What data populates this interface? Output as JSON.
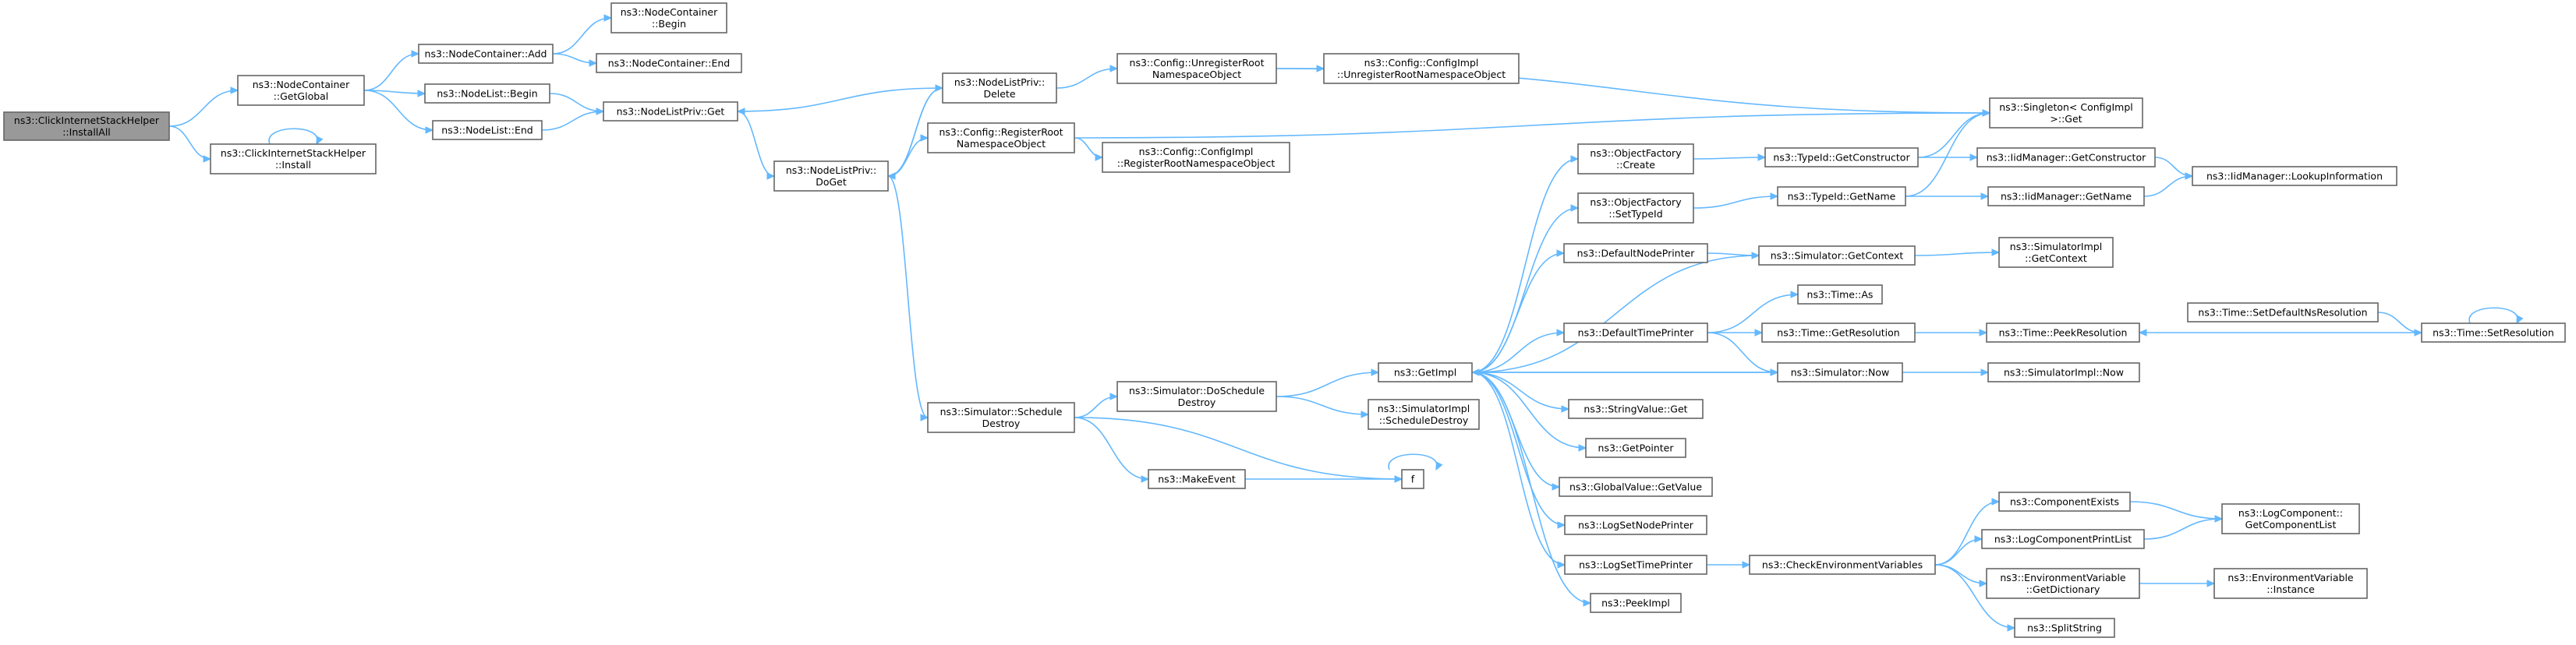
{
  "colors": {
    "edge": "#63b8ff",
    "node_border": "#666666",
    "node_fill": "#ffffff",
    "root_fill": "#999999",
    "text": "#000000"
  },
  "nodes": [
    {
      "id": "root",
      "lines": [
        "ns3::ClickInternetStackHelper",
        "::InstallAll"
      ],
      "root": true
    },
    {
      "id": "cish_install",
      "lines": [
        "ns3::ClickInternetStackHelper",
        "::Install"
      ]
    },
    {
      "id": "nc_getglobal",
      "lines": [
        "ns3::NodeContainer",
        "::GetGlobal"
      ]
    },
    {
      "id": "nc_add",
      "lines": [
        "ns3::NodeContainer::Add"
      ]
    },
    {
      "id": "nc_begin",
      "lines": [
        "ns3::NodeContainer",
        "::Begin"
      ]
    },
    {
      "id": "nc_end",
      "lines": [
        "ns3::NodeContainer::End"
      ]
    },
    {
      "id": "nl_begin",
      "lines": [
        "ns3::NodeList::Begin"
      ]
    },
    {
      "id": "nl_end",
      "lines": [
        "ns3::NodeList::End"
      ]
    },
    {
      "id": "nlp_get",
      "lines": [
        "ns3::NodeListPriv::Get"
      ]
    },
    {
      "id": "nlp_doget",
      "lines": [
        "ns3::NodeListPriv::",
        "DoGet"
      ]
    },
    {
      "id": "nlp_delete",
      "lines": [
        "ns3::NodeListPriv::",
        "Delete"
      ]
    },
    {
      "id": "cfg_unreg",
      "lines": [
        "ns3::Config::UnregisterRoot",
        "NamespaceObject"
      ]
    },
    {
      "id": "cfgimpl_unreg",
      "lines": [
        "ns3::Config::ConfigImpl",
        "::UnregisterRootNamespaceObject"
      ]
    },
    {
      "id": "cfg_reg",
      "lines": [
        "ns3::Config::RegisterRoot",
        "NamespaceObject"
      ]
    },
    {
      "id": "cfgimpl_reg",
      "lines": [
        "ns3::Config::ConfigImpl",
        "::RegisterRootNamespaceObject"
      ]
    },
    {
      "id": "singleton_get",
      "lines": [
        "ns3::Singleton< ConfigImpl",
        " >::Get"
      ]
    },
    {
      "id": "sim_schedule",
      "lines": [
        "ns3::Simulator::Schedule",
        "Destroy"
      ]
    },
    {
      "id": "sim_doschedule",
      "lines": [
        "ns3::Simulator::DoSchedule",
        "Destroy"
      ]
    },
    {
      "id": "simimpl_sched",
      "lines": [
        "ns3::SimulatorImpl",
        "::ScheduleDestroy"
      ]
    },
    {
      "id": "makeevent",
      "lines": [
        "ns3::MakeEvent"
      ]
    },
    {
      "id": "f",
      "lines": [
        "f"
      ]
    },
    {
      "id": "getimpl",
      "lines": [
        "ns3::GetImpl"
      ]
    },
    {
      "id": "of_create",
      "lines": [
        "ns3::ObjectFactory",
        "::Create"
      ]
    },
    {
      "id": "of_settypeid",
      "lines": [
        "ns3::ObjectFactory",
        "::SetTypeId"
      ]
    },
    {
      "id": "defnodeprinter",
      "lines": [
        "ns3::DefaultNodePrinter"
      ]
    },
    {
      "id": "deftimeprinter",
      "lines": [
        "ns3::DefaultTimePrinter"
      ]
    },
    {
      "id": "stringvalue_get",
      "lines": [
        "ns3::StringValue::Get"
      ]
    },
    {
      "id": "getpointer",
      "lines": [
        "ns3::GetPointer"
      ]
    },
    {
      "id": "globalvalue_get",
      "lines": [
        "ns3::GlobalValue::GetValue"
      ]
    },
    {
      "id": "logsetnode",
      "lines": [
        "ns3::LogSetNodePrinter"
      ]
    },
    {
      "id": "logsettime",
      "lines": [
        "ns3::LogSetTimePrinter"
      ]
    },
    {
      "id": "peekimpl",
      "lines": [
        "ns3::PeekImpl"
      ]
    },
    {
      "id": "typeid_getctor",
      "lines": [
        "ns3::TypeId::GetConstructor"
      ]
    },
    {
      "id": "typeid_getname",
      "lines": [
        "ns3::TypeId::GetName"
      ]
    },
    {
      "id": "iid_getctor",
      "lines": [
        "ns3::IidManager::GetConstructor"
      ]
    },
    {
      "id": "iid_getname",
      "lines": [
        "ns3::IidManager::GetName"
      ]
    },
    {
      "id": "iid_lookup",
      "lines": [
        "ns3::IidManager::LookupInformation"
      ]
    },
    {
      "id": "sim_getcontext",
      "lines": [
        "ns3::Simulator::GetContext"
      ]
    },
    {
      "id": "simimpl_getcontext",
      "lines": [
        "ns3::SimulatorImpl",
        "::GetContext"
      ]
    },
    {
      "id": "time_as",
      "lines": [
        "ns3::Time::As"
      ]
    },
    {
      "id": "time_getres",
      "lines": [
        "ns3::Time::GetResolution"
      ]
    },
    {
      "id": "time_peekres",
      "lines": [
        "ns3::Time::PeekResolution"
      ]
    },
    {
      "id": "time_setdefault",
      "lines": [
        "ns3::Time::SetDefaultNsResolution"
      ]
    },
    {
      "id": "time_setres",
      "lines": [
        "ns3::Time::SetResolution"
      ]
    },
    {
      "id": "sim_now",
      "lines": [
        "ns3::Simulator::Now"
      ]
    },
    {
      "id": "simimpl_now",
      "lines": [
        "ns3::SimulatorImpl::Now"
      ]
    },
    {
      "id": "checkenv",
      "lines": [
        "ns3::CheckEnvironmentVariables"
      ]
    },
    {
      "id": "compexists",
      "lines": [
        "ns3::ComponentExists"
      ]
    },
    {
      "id": "logcompprint",
      "lines": [
        "ns3::LogComponentPrintList"
      ]
    },
    {
      "id": "logcomp_getlist",
      "lines": [
        "ns3::LogComponent::",
        "GetComponentList"
      ]
    },
    {
      "id": "envvar_getdict",
      "lines": [
        "ns3::EnvironmentVariable",
        "::GetDictionary"
      ]
    },
    {
      "id": "envvar_instance",
      "lines": [
        "ns3::EnvironmentVariable",
        "::Instance"
      ]
    },
    {
      "id": "splitstring",
      "lines": [
        "ns3::SplitString"
      ]
    }
  ],
  "edges": [
    [
      "root",
      "nc_getglobal"
    ],
    [
      "root",
      "cish_install"
    ],
    [
      "cish_install",
      "cish_install"
    ],
    [
      "nc_getglobal",
      "nc_add"
    ],
    [
      "nc_getglobal",
      "nl_begin"
    ],
    [
      "nc_getglobal",
      "nl_end"
    ],
    [
      "nc_add",
      "nc_begin"
    ],
    [
      "nc_add",
      "nc_end"
    ],
    [
      "nl_begin",
      "nlp_get"
    ],
    [
      "nl_end",
      "nlp_get"
    ],
    [
      "nlp_get",
      "nlp_doget"
    ],
    [
      "nlp_doget",
      "nlp_delete"
    ],
    [
      "nlp_delete",
      "nlp_get"
    ],
    [
      "nlp_delete",
      "nlp_doget"
    ],
    [
      "nlp_delete",
      "cfg_unreg"
    ],
    [
      "cfg_unreg",
      "cfgimpl_unreg"
    ],
    [
      "cfg_unreg",
      "singleton_get"
    ],
    [
      "nlp_doget",
      "cfg_reg"
    ],
    [
      "cfg_reg",
      "cfgimpl_reg"
    ],
    [
      "cfg_reg",
      "singleton_get"
    ],
    [
      "nlp_doget",
      "sim_schedule"
    ],
    [
      "sim_schedule",
      "sim_doschedule"
    ],
    [
      "sim_schedule",
      "makeevent"
    ],
    [
      "sim_schedule",
      "f"
    ],
    [
      "makeevent",
      "f"
    ],
    [
      "f",
      "f"
    ],
    [
      "sim_doschedule",
      "getimpl"
    ],
    [
      "sim_doschedule",
      "simimpl_sched"
    ],
    [
      "getimpl",
      "of_create"
    ],
    [
      "getimpl",
      "of_settypeid"
    ],
    [
      "getimpl",
      "defnodeprinter"
    ],
    [
      "getimpl",
      "deftimeprinter"
    ],
    [
      "getimpl",
      "stringvalue_get"
    ],
    [
      "getimpl",
      "getpointer"
    ],
    [
      "getimpl",
      "globalvalue_get"
    ],
    [
      "getimpl",
      "logsetnode"
    ],
    [
      "getimpl",
      "logsettime"
    ],
    [
      "getimpl",
      "peekimpl"
    ],
    [
      "getimpl",
      "sim_getcontext"
    ],
    [
      "getimpl",
      "sim_now"
    ],
    [
      "of_create",
      "typeid_getctor"
    ],
    [
      "typeid_getctor",
      "iid_getctor"
    ],
    [
      "typeid_getctor",
      "singleton_get"
    ],
    [
      "iid_getctor",
      "iid_lookup"
    ],
    [
      "of_settypeid",
      "typeid_getname"
    ],
    [
      "typeid_getname",
      "iid_getname"
    ],
    [
      "typeid_getname",
      "singleton_get"
    ],
    [
      "iid_getname",
      "iid_lookup"
    ],
    [
      "defnodeprinter",
      "sim_getcontext"
    ],
    [
      "sim_getcontext",
      "simimpl_getcontext"
    ],
    [
      "deftimeprinter",
      "time_as"
    ],
    [
      "deftimeprinter",
      "time_getres"
    ],
    [
      "deftimeprinter",
      "sim_now"
    ],
    [
      "time_getres",
      "time_peekres"
    ],
    [
      "time_setdefault",
      "time_setres"
    ],
    [
      "time_setres",
      "time_peekres"
    ],
    [
      "time_setres",
      "time_setres"
    ],
    [
      "sim_now",
      "simimpl_now"
    ],
    [
      "sim_now",
      "getimpl"
    ],
    [
      "logsettime",
      "checkenv"
    ],
    [
      "checkenv",
      "compexists"
    ],
    [
      "checkenv",
      "logcompprint"
    ],
    [
      "checkenv",
      "envvar_getdict"
    ],
    [
      "checkenv",
      "splitstring"
    ],
    [
      "compexists",
      "logcomp_getlist"
    ],
    [
      "logcompprint",
      "logcomp_getlist"
    ],
    [
      "envvar_getdict",
      "envvar_instance"
    ]
  ]
}
